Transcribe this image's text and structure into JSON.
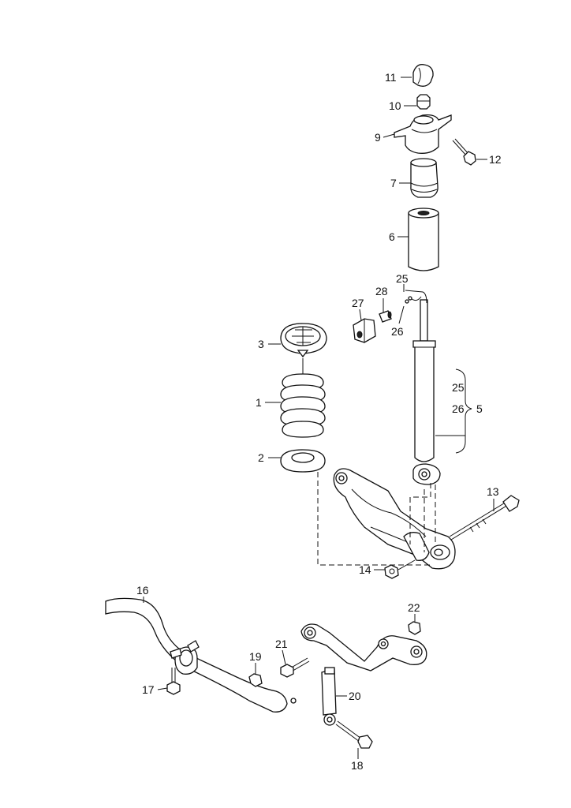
{
  "callouts": [
    {
      "id": "c11",
      "text": "11"
    },
    {
      "id": "c10",
      "text": "10"
    },
    {
      "id": "c9",
      "text": "9"
    },
    {
      "id": "c12",
      "text": "12"
    },
    {
      "id": "c7",
      "text": "7"
    },
    {
      "id": "c6",
      "text": "6"
    },
    {
      "id": "c25a",
      "text": "25"
    },
    {
      "id": "c28",
      "text": "28"
    },
    {
      "id": "c27",
      "text": "27"
    },
    {
      "id": "c26a",
      "text": "26"
    },
    {
      "id": "c3",
      "text": "3"
    },
    {
      "id": "c1",
      "text": "1"
    },
    {
      "id": "c25b",
      "text": "25"
    },
    {
      "id": "c26b",
      "text": "26"
    },
    {
      "id": "c5",
      "text": "5"
    },
    {
      "id": "c2",
      "text": "2"
    },
    {
      "id": "c13",
      "text": "13"
    },
    {
      "id": "c14",
      "text": "14"
    },
    {
      "id": "c16",
      "text": "16"
    },
    {
      "id": "c22",
      "text": "22"
    },
    {
      "id": "c21",
      "text": "21"
    },
    {
      "id": "c19",
      "text": "19"
    },
    {
      "id": "c17",
      "text": "17"
    },
    {
      "id": "c20",
      "text": "20"
    },
    {
      "id": "c18",
      "text": "18"
    }
  ]
}
